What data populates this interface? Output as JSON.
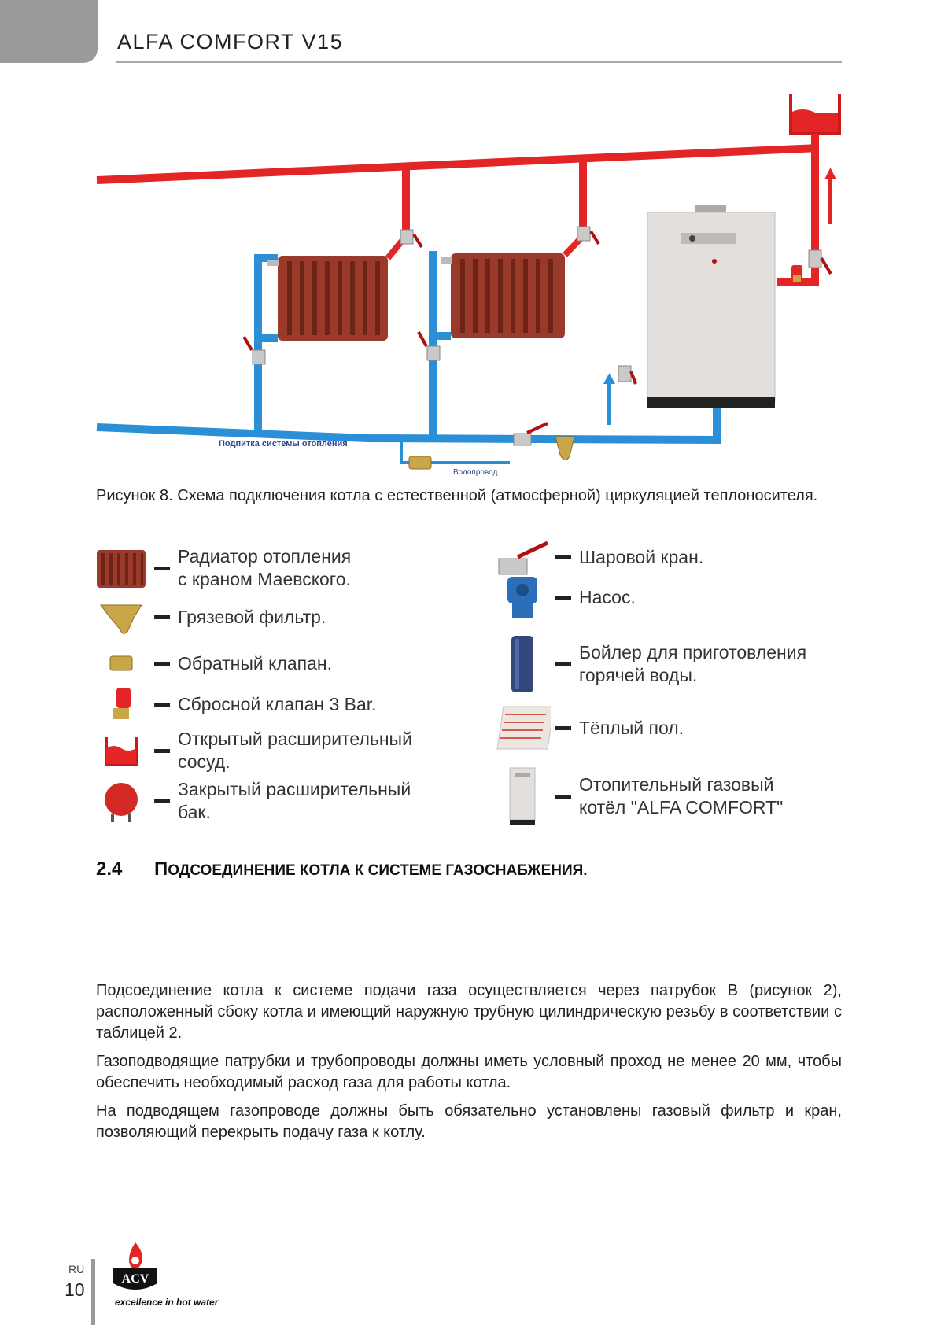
{
  "header": {
    "doc_title": "ALFA COMFORT V15"
  },
  "figure": {
    "label_makeup": "Подпитка системы отопления",
    "label_water": "Водопровод",
    "caption": "Рисунок 8. Схема подключения котла с естественной (атмосферной) циркуляцией теплоносителя."
  },
  "legend": {
    "left": [
      {
        "icon": "radiator-icon",
        "lines": [
          "Радиатор отопления",
          "с краном Маевского."
        ]
      },
      {
        "icon": "dirt-filter-icon",
        "lines": [
          "Грязевой фильтр."
        ]
      },
      {
        "icon": "check-valve-icon",
        "lines": [
          "Обратный клапан."
        ]
      },
      {
        "icon": "relief-valve-icon",
        "lines": [
          "Сбросной клапан 3 Bar."
        ]
      },
      {
        "icon": "open-tank-icon",
        "lines": [
          "Открытый расширительный",
          "сосуд."
        ]
      },
      {
        "icon": "closed-tank-icon",
        "lines": [
          "Закрытый расширительный",
          "бак."
        ]
      }
    ],
    "right": [
      {
        "icon": "ball-valve-icon",
        "lines": [
          "Шаровой кран."
        ]
      },
      {
        "icon": "pump-icon",
        "lines": [
          "Насос."
        ]
      },
      {
        "icon": "boiler-tank-icon",
        "lines": [
          "Бойлер для приготовления",
          "горячей воды."
        ]
      },
      {
        "icon": "floor-heating-icon",
        "lines": [
          "Тёплый пол."
        ]
      },
      {
        "icon": "gas-boiler-icon",
        "lines": [
          "Отопительный газовый",
          "котёл \"ALFA COMFORT\""
        ]
      }
    ]
  },
  "section": {
    "number": "2.4",
    "title_first": "П",
    "title_rest": "ОДСОЕДИНЕНИЕ КОТЛА К СИСТЕМЕ ГАЗОСНАБЖЕНИЯ."
  },
  "paragraphs": [
    "Подсоединение котла к системе подачи газа осуществляется через патрубок B (рисунок 2), расположенный сбоку котла и имеющий наружную трубную цилиндрическую резьбу в соответствии с таблицей 2.",
    "Газоподводящие патрубки и трубопроводы должны иметь условный проход не менее 20 мм, чтобы обеспечить необходимый расход газа для работы котла.",
    "На подводящем газопроводе должны быть обязательно установлены газовый фильтр и кран, позволяющий перекрыть подачу газа к котлу."
  ],
  "footer": {
    "lang": "RU",
    "page": "10",
    "brand": "ACV",
    "tagline": "excellence in hot water"
  },
  "colors": {
    "hot_pipe": "#e32526",
    "cold_pipe": "#2a8fd6",
    "radiator": "#9a3a2a",
    "header_tab": "#9a9a9a"
  }
}
